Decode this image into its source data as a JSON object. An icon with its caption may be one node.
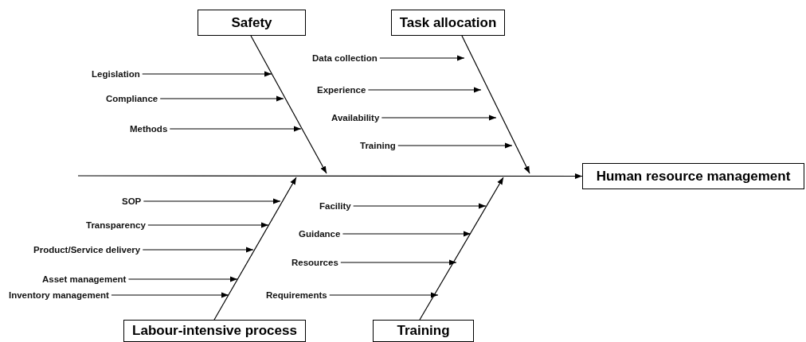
{
  "diagram": {
    "nodes": [
      {
        "text": [
          "Safety"
        ]
      },
      {
        "text": [
          "Task allocation"
        ]
      },
      {
        "text": [
          "Legislation"
        ]
      },
      {
        "text": [
          "Compliance"
        ]
      },
      {
        "text": [
          "Methods"
        ]
      },
      {
        "text": [
          "Data collection"
        ]
      },
      {
        "text": [
          "Experience"
        ]
      },
      {
        "text": [
          "Availability"
        ]
      },
      {
        "text": [
          "Training"
        ]
      },
      {
        "text": [
          "Human resource management"
        ]
      },
      {
        "text": [
          "SOP"
        ]
      },
      {
        "text": [
          "Transparency"
        ]
      },
      {
        "text": [
          "Product/Service delivery"
        ]
      },
      {
        "text": [
          "Asset management"
        ]
      },
      {
        "text": [
          "Inventory management"
        ]
      },
      {
        "text": [
          "Facility"
        ]
      },
      {
        "text": [
          "Guidance"
        ]
      },
      {
        "text": [
          "Resources"
        ]
      },
      {
        "text": [
          "Requirements"
        ]
      },
      {
        "text": [
          "Labour-intensive process"
        ]
      },
      {
        "text": [
          "Training"
        ]
      }
    ],
    "edges": [
      {
        "from": 0,
        "to": null,
        "arrow": "to"
      },
      {
        "from": 1,
        "to": null,
        "arrow": "to"
      },
      {
        "from": 19,
        "to": null,
        "arrow": "to"
      },
      {
        "from": 20,
        "to": null,
        "arrow": "to"
      },
      {
        "from": null,
        "to": 9,
        "arrow": "to"
      },
      {
        "from": 2,
        "to": null,
        "arrow": "to"
      },
      {
        "from": 3,
        "to": null,
        "arrow": "to"
      },
      {
        "from": 4,
        "to": null,
        "arrow": "to"
      },
      {
        "from": 5,
        "to": null,
        "arrow": "to"
      },
      {
        "from": 6,
        "to": null,
        "arrow": "to"
      },
      {
        "from": 7,
        "to": null,
        "arrow": "to"
      },
      {
        "from": 8,
        "to": null,
        "arrow": "to"
      },
      {
        "from": 10,
        "to": null,
        "arrow": "to"
      },
      {
        "from": 11,
        "to": null,
        "arrow": "to"
      },
      {
        "from": 12,
        "to": null,
        "arrow": "to"
      },
      {
        "from": 13,
        "to": null,
        "arrow": "to"
      },
      {
        "from": 14,
        "to": null,
        "arrow": "to"
      },
      {
        "from": 15,
        "to": null,
        "arrow": "to"
      },
      {
        "from": 16,
        "to": null,
        "arrow": "to"
      },
      {
        "from": 17,
        "to": null,
        "arrow": "to"
      },
      {
        "from": 18,
        "to": null,
        "arrow": "to"
      }
    ]
  }
}
